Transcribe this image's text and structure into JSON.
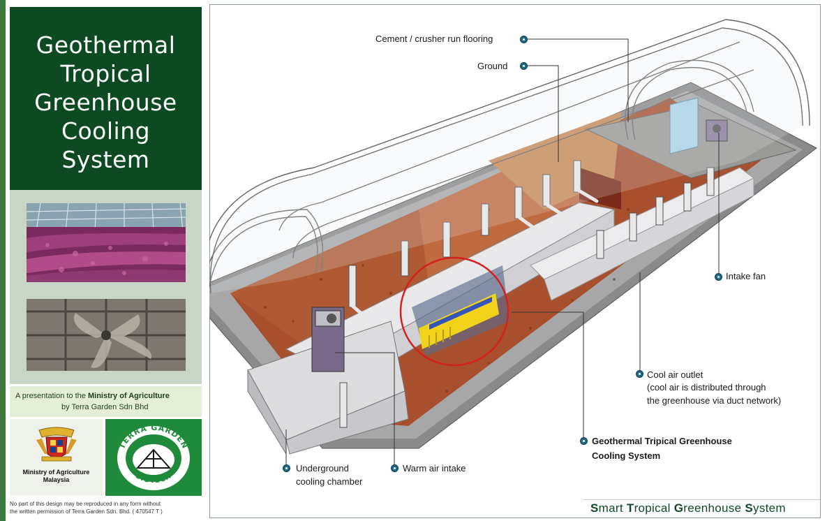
{
  "panel": {
    "title_lines": [
      "Geothermal",
      "Tropical",
      "Greenhouse",
      "Cooling",
      "System"
    ],
    "presentation_prefix": "A presentation to the ",
    "presentation_ministry": "Ministry of Agriculture",
    "presentation_by": "by Terra Garden Sdn Bhd",
    "ministry_line1": "Ministry of Agriculture",
    "ministry_line2": "Malaysia",
    "logo_text_top": "TERRA GARDEN",
    "logo_text_bottom": "BIOTECH",
    "copyright_line1": "No part of this design may be reproduced in any form without",
    "copyright_line2": "the written permission of Terra Garden Sdn. Bhd. ( 470547 T )"
  },
  "labels": {
    "flooring": "Cement / crusher run flooring",
    "ground": "Ground",
    "intake_fan": "Intake fan",
    "cool_air_outlet_1": "Cool air outlet",
    "cool_air_outlet_2": "(cool air is distributed through",
    "cool_air_outlet_3": "the greenhouse via duct network)",
    "system_1": "Geothermal Tripical Greenhouse",
    "system_2": "Cooling System",
    "chamber_1": "Underground",
    "chamber_2": "cooling chamber",
    "warm_air": "Warm air intake"
  },
  "footer": {
    "s": "S",
    "mart": "mart ",
    "t": "T",
    "ropical": "ropical ",
    "g": "G",
    "reenhouse": "reenhouse ",
    "s2": "S",
    "ystem": "ystem"
  },
  "colors": {
    "title_bg": "#0d4a23",
    "accent_dot": "#1b6a86",
    "soil": "#a8502e",
    "highlight_circle": "#d62020"
  }
}
